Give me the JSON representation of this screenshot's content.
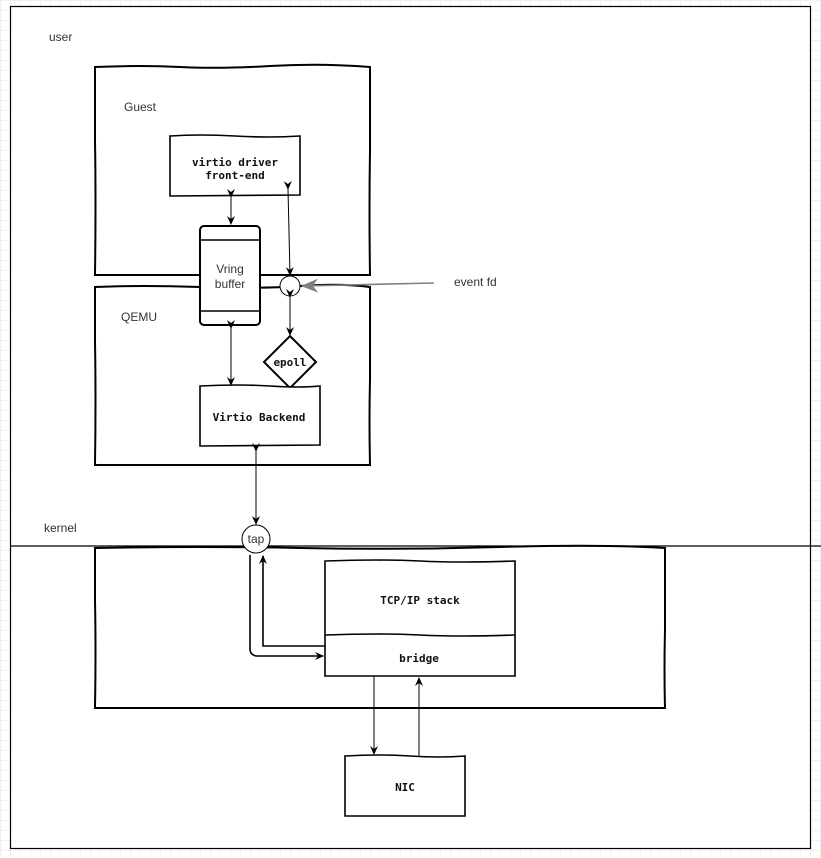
{
  "diagram": {
    "zones": {
      "user": "user",
      "kernel": "kernel"
    },
    "containers": {
      "guest": "Guest",
      "qemu": "QEMU"
    },
    "nodes": {
      "virtio_frontend_line1": "virtio driver",
      "virtio_frontend_line2": "front-end",
      "vring_line1": "Vring",
      "vring_line2": "buffer",
      "epoll": "epoll",
      "virtio_backend": "Virtio Backend",
      "tap": "tap",
      "tcpip": "TCP/IP stack",
      "bridge": "bridge",
      "nic": "NIC"
    },
    "annotations": {
      "event_fd": "event fd"
    },
    "colors": {
      "stroke": "#000000",
      "event_arrow": "#808080",
      "text": "#333333"
    },
    "edges": [
      {
        "from": "virtio driver front-end",
        "to": "Vring buffer",
        "type": "bidirectional"
      },
      {
        "from": "virtio driver front-end",
        "to": "event fd",
        "type": "bidirectional"
      },
      {
        "from": "event fd",
        "to": "epoll",
        "type": "bidirectional"
      },
      {
        "from": "event fd label",
        "to": "event fd",
        "type": "directed"
      },
      {
        "from": "Vring buffer",
        "to": "Virtio Backend",
        "type": "bidirectional"
      },
      {
        "from": "Virtio Backend",
        "to": "tap",
        "type": "bidirectional"
      },
      {
        "from": "tap",
        "to": "bridge",
        "type": "directed"
      },
      {
        "from": "bridge",
        "to": "tap",
        "type": "directed"
      },
      {
        "from": "bridge",
        "to": "NIC",
        "type": "directed"
      },
      {
        "from": "NIC",
        "to": "bridge",
        "type": "directed"
      }
    ]
  }
}
